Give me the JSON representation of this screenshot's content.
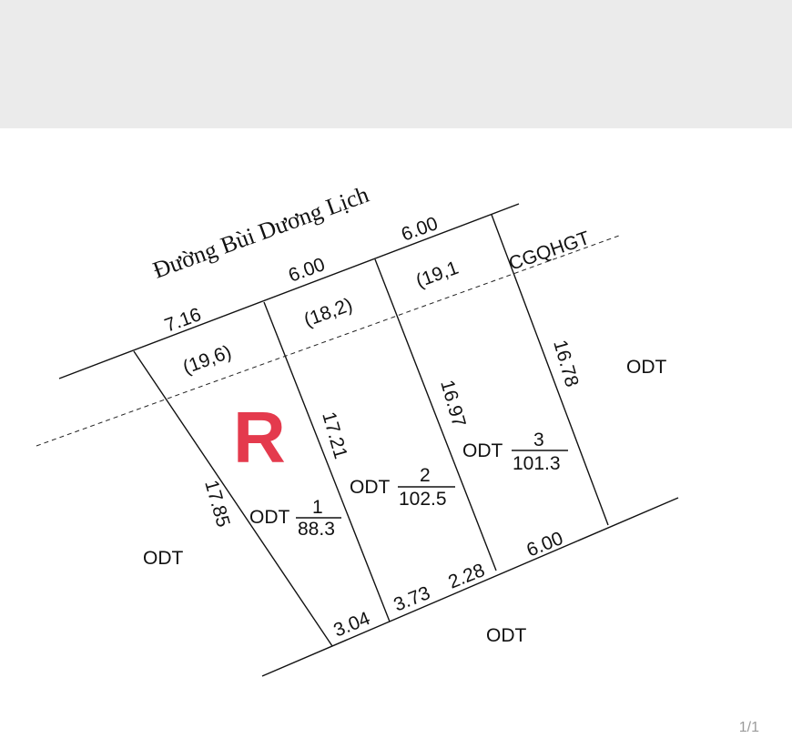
{
  "viewer": {
    "page_counter": "1/1"
  },
  "map": {
    "road_name": "Đường Bùi Dương Lịch",
    "road_reserve_label": "CGQHGT",
    "marker_letter": "R",
    "marker_color": "#e43a4d",
    "frontage_dimensions": [
      "7.16",
      "6.00",
      "6.00"
    ],
    "road_widths": [
      "(19,6)",
      "(18,2)",
      "(19,1"
    ],
    "side_dimensions": [
      "17.85",
      "17.21",
      "16.97",
      "16.78"
    ],
    "rear_dimensions": [
      "3.04",
      "3.73",
      "2.28",
      "6.00"
    ],
    "parcels": [
      {
        "land_use": "ODT",
        "number": "1",
        "area": "88.3"
      },
      {
        "land_use": "ODT",
        "number": "2",
        "area": "102.5"
      },
      {
        "land_use": "ODT",
        "number": "3",
        "area": "101.3"
      }
    ],
    "neighbor_labels": [
      "ODT",
      "ODT",
      "ODT"
    ]
  }
}
